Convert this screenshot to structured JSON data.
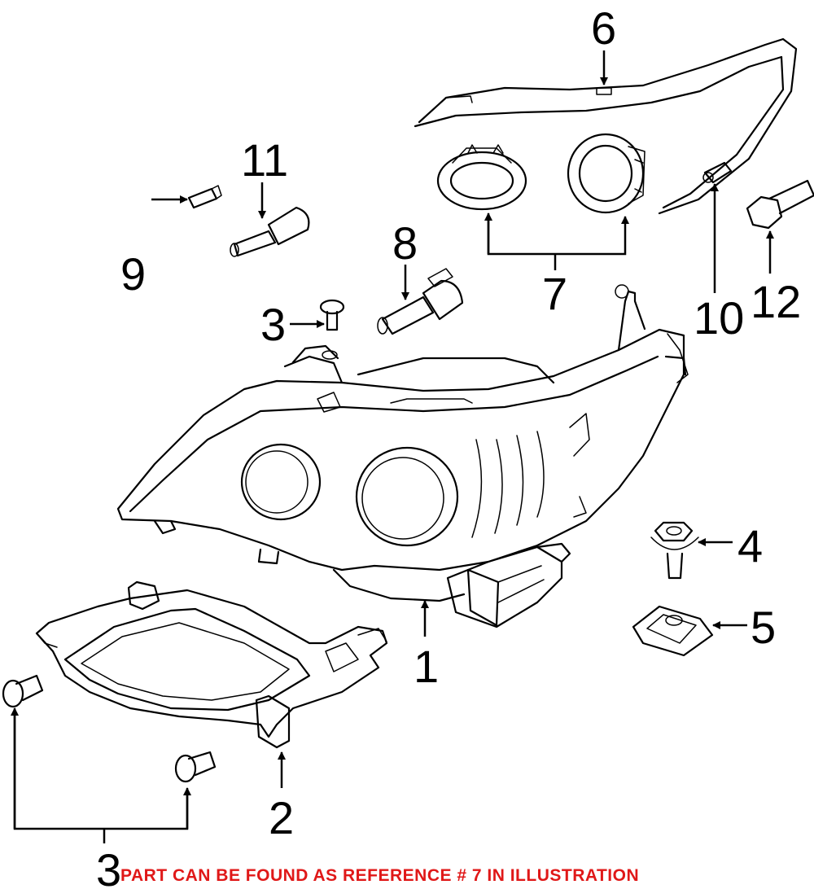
{
  "callouts": {
    "ref_1": "1",
    "ref_2": "2",
    "ref_3a": "3",
    "ref_3b": "3",
    "ref_4": "4",
    "ref_5": "5",
    "ref_6": "6",
    "ref_7": "7",
    "ref_8": "8",
    "ref_9": "9",
    "ref_10": "10",
    "ref_11": "11",
    "ref_12": "12"
  },
  "footer_note": "PART CAN BE FOUND AS REFERENCE # 7 IN ILLUSTRATION",
  "colors": {
    "note": "#e01818",
    "lines": "#000000"
  }
}
